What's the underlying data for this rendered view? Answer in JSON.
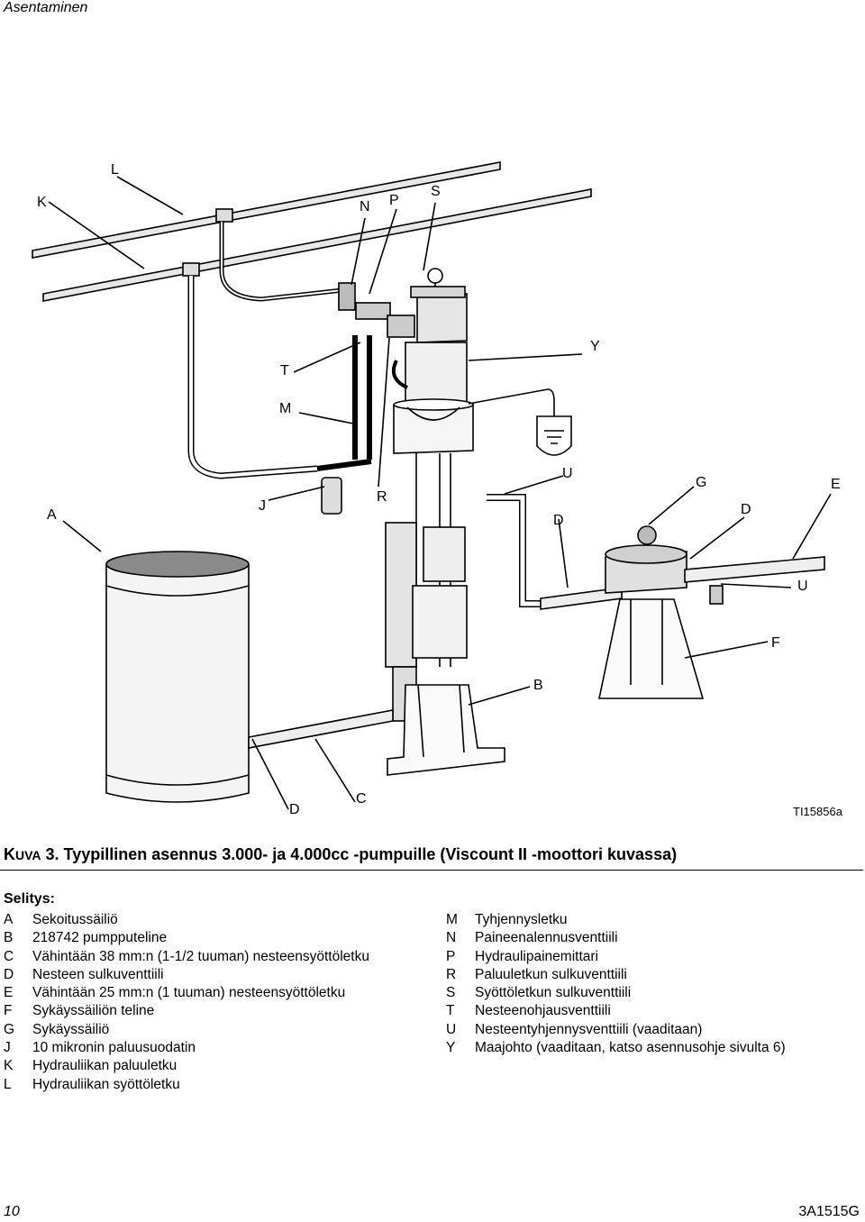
{
  "header": {
    "section": "Asentaminen"
  },
  "figure": {
    "callouts": {
      "L": "L",
      "K": "K",
      "N": "N",
      "P": "P",
      "S": "S",
      "T": "T",
      "Y": "Y",
      "M": "M",
      "A": "A",
      "J": "J",
      "R": "R",
      "U1": "U",
      "G": "G",
      "E": "E",
      "D1": "D",
      "D2": "D",
      "U2": "U",
      "F": "F",
      "B": "B",
      "D3": "D",
      "C": "C"
    },
    "ti_number": "TI15856a"
  },
  "caption": {
    "prefix_k": "K",
    "prefix_rest": "UVA",
    "text": " 3. Tyypillinen asennus 3.000- ja 4.000cc -pumpuille (Viscount II -moottori kuvassa)"
  },
  "legend": {
    "title": "Selitys:",
    "left": [
      {
        "key": "A",
        "text": "Sekoitussäiliö"
      },
      {
        "key": "B",
        "text": "218742 pumpputeline"
      },
      {
        "key": "C",
        "text": "Vähintään 38 mm:n (1-1/2 tuuman) nesteensyöttöletku"
      },
      {
        "key": "D",
        "text": "Nesteen sulkuventtiili"
      },
      {
        "key": "E",
        "text": "Vähintään 25 mm:n (1 tuuman) nesteensyöttöletku"
      },
      {
        "key": "F",
        "text": "Sykäyssäiliön teline"
      },
      {
        "key": "G",
        "text": "Sykäyssäiliö"
      },
      {
        "key": "J",
        "text": "10 mikronin paluusuodatin"
      },
      {
        "key": "K",
        "text": "Hydrauliikan paluuletku"
      },
      {
        "key": "L",
        "text": "Hydrauliikan syöttöletku"
      }
    ],
    "right": [
      {
        "key": "M",
        "text": "Tyhjennysletku"
      },
      {
        "key": "N",
        "text": "Paineenalennusventtiili"
      },
      {
        "key": "P",
        "text": "Hydraulipainemittari"
      },
      {
        "key": "R",
        "text": "Paluuletkun sulkuventtiili"
      },
      {
        "key": "S",
        "text": "Syöttöletkun sulkuventtiili"
      },
      {
        "key": "T",
        "text": "Nesteenohjausventtiili"
      },
      {
        "key": "U",
        "text": "Nesteentyhjennysventtiili (vaaditaan)"
      },
      {
        "key": "Y",
        "text": "Maajohto (vaaditaan, katso asennusohje sivulta 6)"
      }
    ]
  },
  "footer": {
    "page_number": "10",
    "doc_number": "3A1515G"
  }
}
